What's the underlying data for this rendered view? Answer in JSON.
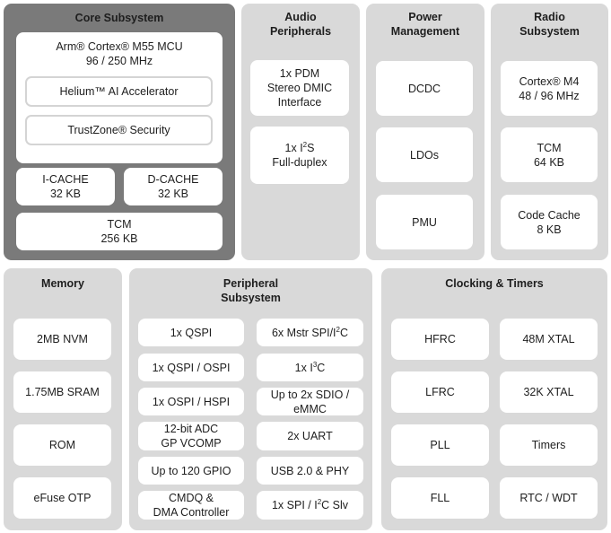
{
  "core": {
    "title": "Core Subsystem",
    "mcu": [
      "Arm® Cortex® M55 MCU",
      "96 / 250 MHz"
    ],
    "helium": "Helium™ AI Accelerator",
    "trustzone": "TrustZone® Security",
    "icache": [
      "I-CACHE",
      "32 KB"
    ],
    "dcache": [
      "D-CACHE",
      "32 KB"
    ],
    "tcm": [
      "TCM",
      "256 KB"
    ]
  },
  "audio": {
    "title": [
      "Audio",
      "Peripherals"
    ],
    "pdm": [
      "1x PDM",
      "Stereo DMIC",
      "Interface"
    ],
    "i2s": [
      "1x I2S",
      "Full-duplex"
    ]
  },
  "power": {
    "title": [
      "Power",
      "Management"
    ],
    "items": [
      "DCDC",
      "LDOs",
      "PMU"
    ]
  },
  "radio": {
    "title": [
      "Radio",
      "Subsystem"
    ],
    "cortex": [
      "Cortex® M4",
      "48 / 96 MHz"
    ],
    "tcm": [
      "TCM",
      "64 KB"
    ],
    "cache": [
      "Code Cache",
      "8 KB"
    ]
  },
  "memory": {
    "title": "Memory",
    "items": [
      "2MB NVM",
      "1.75MB SRAM",
      "ROM",
      "eFuse OTP"
    ]
  },
  "peripheral": {
    "title": [
      "Peripheral",
      "Subsystem"
    ],
    "left": [
      [
        "1x QSPI"
      ],
      [
        "1x QSPI / OSPI"
      ],
      [
        "1x OSPI / HSPI"
      ],
      [
        "12-bit ADC",
        "GP VCOMP"
      ],
      [
        "Up to 120 GPIO"
      ],
      [
        "CMDQ &",
        "DMA Controller"
      ]
    ],
    "right": [
      [
        "6x Mstr SPI/I2C"
      ],
      [
        "1x I3C"
      ],
      [
        "Up to 2x SDIO /",
        "eMMC"
      ],
      [
        "2x UART"
      ],
      [
        "USB 2.0 & PHY"
      ],
      [
        "1x SPI / I2C Slv"
      ]
    ]
  },
  "clocking": {
    "title": "Clocking & Timers",
    "left": [
      "HFRC",
      "LFRC",
      "PLL",
      "FLL"
    ],
    "right": [
      "48M XTAL",
      "32K XTAL",
      "Timers",
      "RTC / WDT"
    ]
  }
}
